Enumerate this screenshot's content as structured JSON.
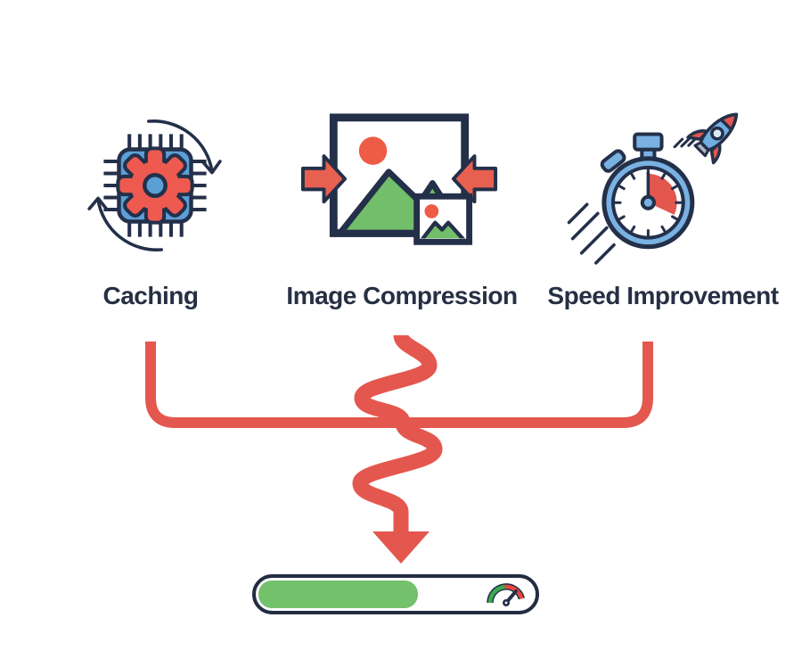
{
  "diagram": {
    "title": "",
    "items": [
      {
        "label": "Caching",
        "icon": "cpu-gear-sync-icon"
      },
      {
        "label": "Image Compression",
        "icon": "image-compress-icon"
      },
      {
        "label": "Speed Improvement",
        "icon": "stopwatch-rocket-icon"
      }
    ],
    "connector": {
      "type": "bracket-with-squiggle-arrow",
      "direction": "down",
      "color": "#E4574E"
    },
    "result": {
      "type": "progress-bar-with-speedometer",
      "progress_percent": 57,
      "bar_fill_color": "#74C16C",
      "bar_border_color": "#232D42",
      "gauge": {
        "low_color": "#3CAA4F",
        "high_color": "#E8473C",
        "needle_angle_deg": 45
      }
    }
  },
  "colors": {
    "background": "#FFFFFF",
    "accent_red": "#E4574E",
    "sun_orange": "#EE5B47",
    "chip_blue": "#5B9FD6",
    "watch_blue": "#79B2E2",
    "rocket_blue": "#6FAEE0",
    "green": "#72BE6A",
    "outline_navy": "#24304A",
    "text_navy": "#262F43",
    "nozzle_gray": "#AEB8C4"
  }
}
